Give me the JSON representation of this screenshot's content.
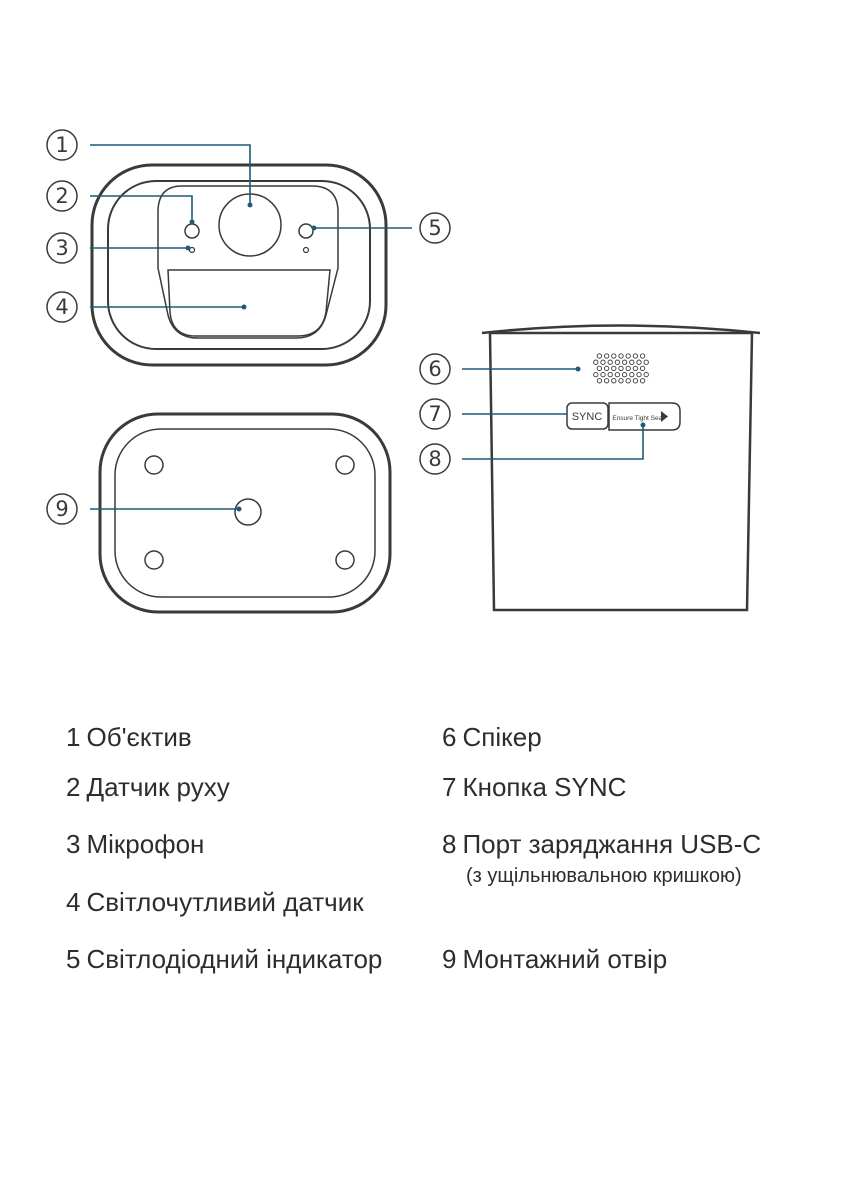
{
  "callouts": {
    "c1": "1",
    "c2": "2",
    "c3": "3",
    "c4": "4",
    "c5": "5",
    "c6": "6",
    "c7": "7",
    "c8": "8",
    "c9": "9"
  },
  "device_text": {
    "sync_button": "SYNC",
    "port_cover": "Ensure Tight Seal"
  },
  "colors": {
    "leader_line": "#1f5a78",
    "outline": "#3a3a3a"
  },
  "legend": [
    {
      "num": "1",
      "label": "Об'єктив"
    },
    {
      "num": "2",
      "label": "Датчик руху"
    },
    {
      "num": "3",
      "label": "Мікрофон"
    },
    {
      "num": "4",
      "label": "Світлочутливий датчик"
    },
    {
      "num": "5",
      "label": "Світлодіодний індикатор"
    },
    {
      "num": "6",
      "label": "Спікер"
    },
    {
      "num": "7",
      "label": "Кнопка SYNC"
    },
    {
      "num": "8",
      "label": "Порт заряджання USB-C",
      "sub": "(з ущільнювальною кришкою)"
    },
    {
      "num": "9",
      "label": "Монтажний отвір"
    }
  ]
}
